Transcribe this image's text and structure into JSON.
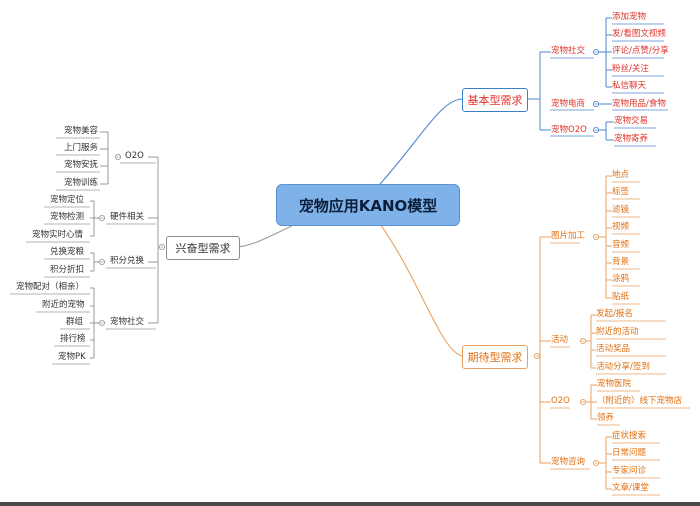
{
  "root_label": "宠物应用KANO模型",
  "basic": {
    "label": "基本型需求",
    "groups": [
      {
        "label": "宠物社交",
        "items": [
          "添加宠物",
          "发/看图文视频",
          "评论/点赞/分享",
          "粉丝/关注",
          "私信聊天"
        ]
      },
      {
        "label": "宠物电商",
        "items": [
          "宠物用品/食物"
        ]
      },
      {
        "label": "宠物O2O",
        "items": [
          "宠物交易",
          "宠物寄养"
        ]
      }
    ]
  },
  "expected": {
    "label": "期待型需求",
    "groups": [
      {
        "label": "图片加工",
        "items": [
          "地点",
          "标签",
          "滤镜",
          "视频",
          "音频",
          "背景",
          "涂鸦",
          "贴纸"
        ]
      },
      {
        "label": "活动",
        "items": [
          "发起/报名",
          "附近的活动",
          "活动奖品",
          "活动分享/签到"
        ]
      },
      {
        "label": "O2O",
        "items": [
          "宠物医院",
          "（附近的）线下宠物店",
          "领养"
        ]
      },
      {
        "label": "宠物咨询",
        "items": [
          "症状搜索",
          "日常问题",
          "专家问诊",
          "文章/课堂"
        ]
      }
    ]
  },
  "exciting": {
    "label": "兴奋型需求",
    "groups": [
      {
        "label": "O2O",
        "items": [
          "宠物美容",
          "上门服务",
          "宠物安抚",
          "宠物训练"
        ]
      },
      {
        "label": "硬件相关",
        "items": [
          "宠物定位",
          "宠物检测",
          "宠物实时心情"
        ]
      },
      {
        "label": "积分兑换",
        "items": [
          "兑换宠粮",
          "积分折扣"
        ]
      },
      {
        "label": "宠物社交",
        "items": [
          "宠物配对（相亲）",
          "附近的宠物",
          "群组",
          "排行榜",
          "宠物PK"
        ]
      }
    ]
  },
  "colors": {
    "basic_line": "#4f86d0",
    "expected_line": "#e9a060",
    "exciting_line": "#9a9a9a",
    "root_fill": "#7fb2e8"
  }
}
